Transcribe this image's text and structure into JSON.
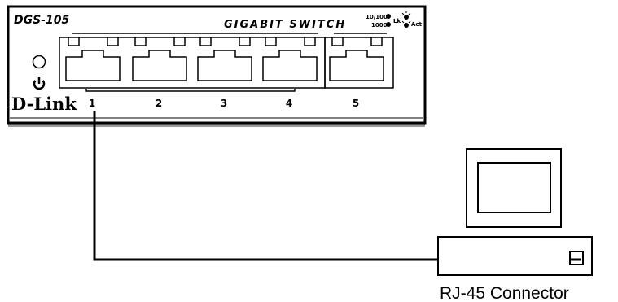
{
  "switch": {
    "model": "DGS-105",
    "title": "GIGABIT SWITCH",
    "brand": "D-Link",
    "led_legend": {
      "speed_top": "10/100",
      "speed_bottom": "1000",
      "link_label": "Lk",
      "act_label": "Act"
    },
    "ports": [
      "1",
      "2",
      "3",
      "4",
      "5"
    ],
    "power_icon": "power-icon"
  },
  "computer": {
    "monitor_icon": "monitor-icon",
    "connector_caption": "RJ-45 Connector"
  },
  "colors": {
    "stroke": "#000000",
    "background": "#ffffff",
    "panel_shadow": "#9a9a9a"
  }
}
